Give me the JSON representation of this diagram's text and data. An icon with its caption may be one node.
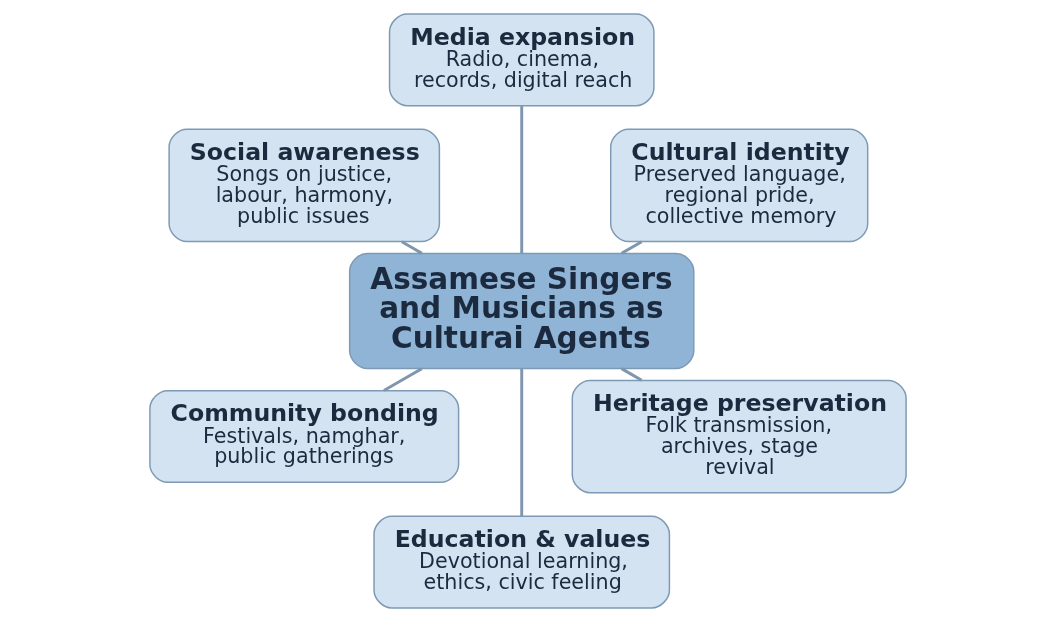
{
  "diagram": {
    "nodes": [
      {
        "text": [
          "Cultural identity",
          "Preserved language, regional pride, collective memory"
        ]
      },
      {
        "text": [
          "Media expansion",
          "Radio, cinema, records, digital reach"
        ]
      },
      {
        "text": [
          "Social awareness",
          "Songs on justice, labour, harmony, public issues"
        ]
      },
      {
        "text": [
          "Assamese Singers and Musicians as Culturai Agents"
        ]
      },
      {
        "text": [
          "Community bonding",
          "Festivals, namghar, public gatherings"
        ]
      },
      {
        "text": [
          "Education & values",
          "Devotional learning, ethics, civic feeling"
        ]
      },
      {
        "text": [
          "Heritage preservation",
          "Folk transmission, archives, stage revival"
        ]
      }
    ],
    "edges": [
      {
        "from": 3,
        "to": 0,
        "arrow": "none"
      },
      {
        "from": 3,
        "to": 1,
        "arrow": "none"
      },
      {
        "from": 3,
        "to": 2,
        "arrow": "none"
      },
      {
        "from": 3,
        "to": 4,
        "arrow": "none"
      },
      {
        "from": 3,
        "to": 5,
        "arrow": "none"
      },
      {
        "from": 3,
        "to": 6,
        "arrow": "none"
      }
    ]
  }
}
